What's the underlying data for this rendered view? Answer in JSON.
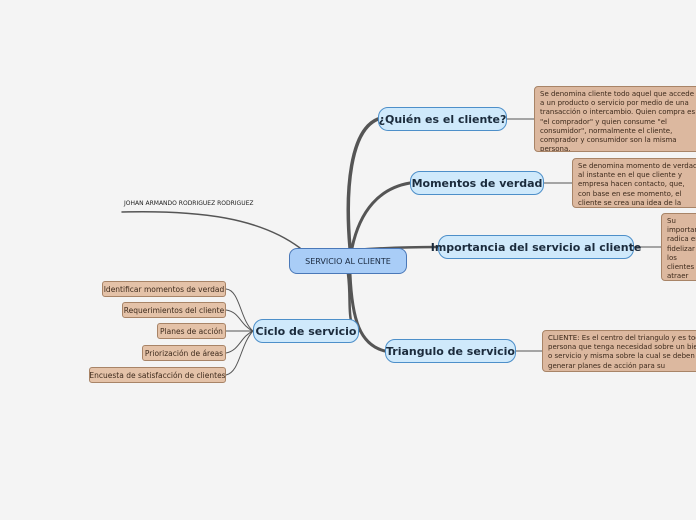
{
  "central": {
    "label": "SERVICIO AL CLIENTE"
  },
  "author": "JOHAN ARMANDO RODRIGUEZ RODRIGUEZ",
  "topics": {
    "quien": "¿Quién es el cliente?",
    "momentos": "Momentos de verdad",
    "importancia": "Importancia del servicio al cliente",
    "triangulo": "Triangulo de servicio",
    "ciclo": "Ciclo de servicio"
  },
  "notes": {
    "quien": "Se denomina cliente todo aquel que accede a un producto o servicio por medio de una transacción o intercambio. Quien compra es \"el comprador\" y quien consume \"el consumidor\", normalmente el cliente, comprador y consumidor son la misma persona.",
    "momentos": "Se denomina momento de verdad al instante en el que cliente y empresa hacen contacto, que, con base en ese momento, el cliente se crea una idea de la empresa, así como del servicio o producto que esta ofrece.",
    "importancia": "Su importancia radica en fidelizar a los clientes y atraer potenciales clientes, por medio de un servicio de preferencia que la empresa brinda a sus clientes.",
    "triangulo": "CLIENTE: Es el centro del triangulo y es toda persona que tenga necesidad sobre un bien o servicio y misma sobre la cual se deben generar planes de acción para su fidelización."
  },
  "ciclo_items": [
    "Identificar momentos de verdad",
    "Requerimientos del cliente",
    "Planes de acción",
    "Priorización de áreas",
    "Encuesta de satisfacción de clientes"
  ]
}
